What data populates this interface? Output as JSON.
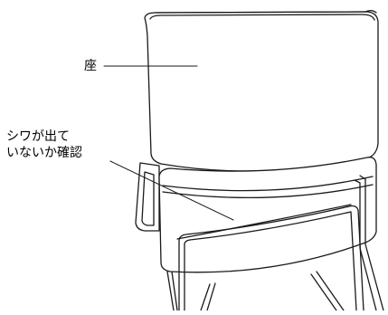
{
  "labels": {
    "seat": "座",
    "wrinkle_line1": "シワが出て",
    "wrinkle_line2": "いないか確認"
  },
  "colors": {
    "stroke": "#1a1a1a",
    "fill": "#ffffff"
  }
}
